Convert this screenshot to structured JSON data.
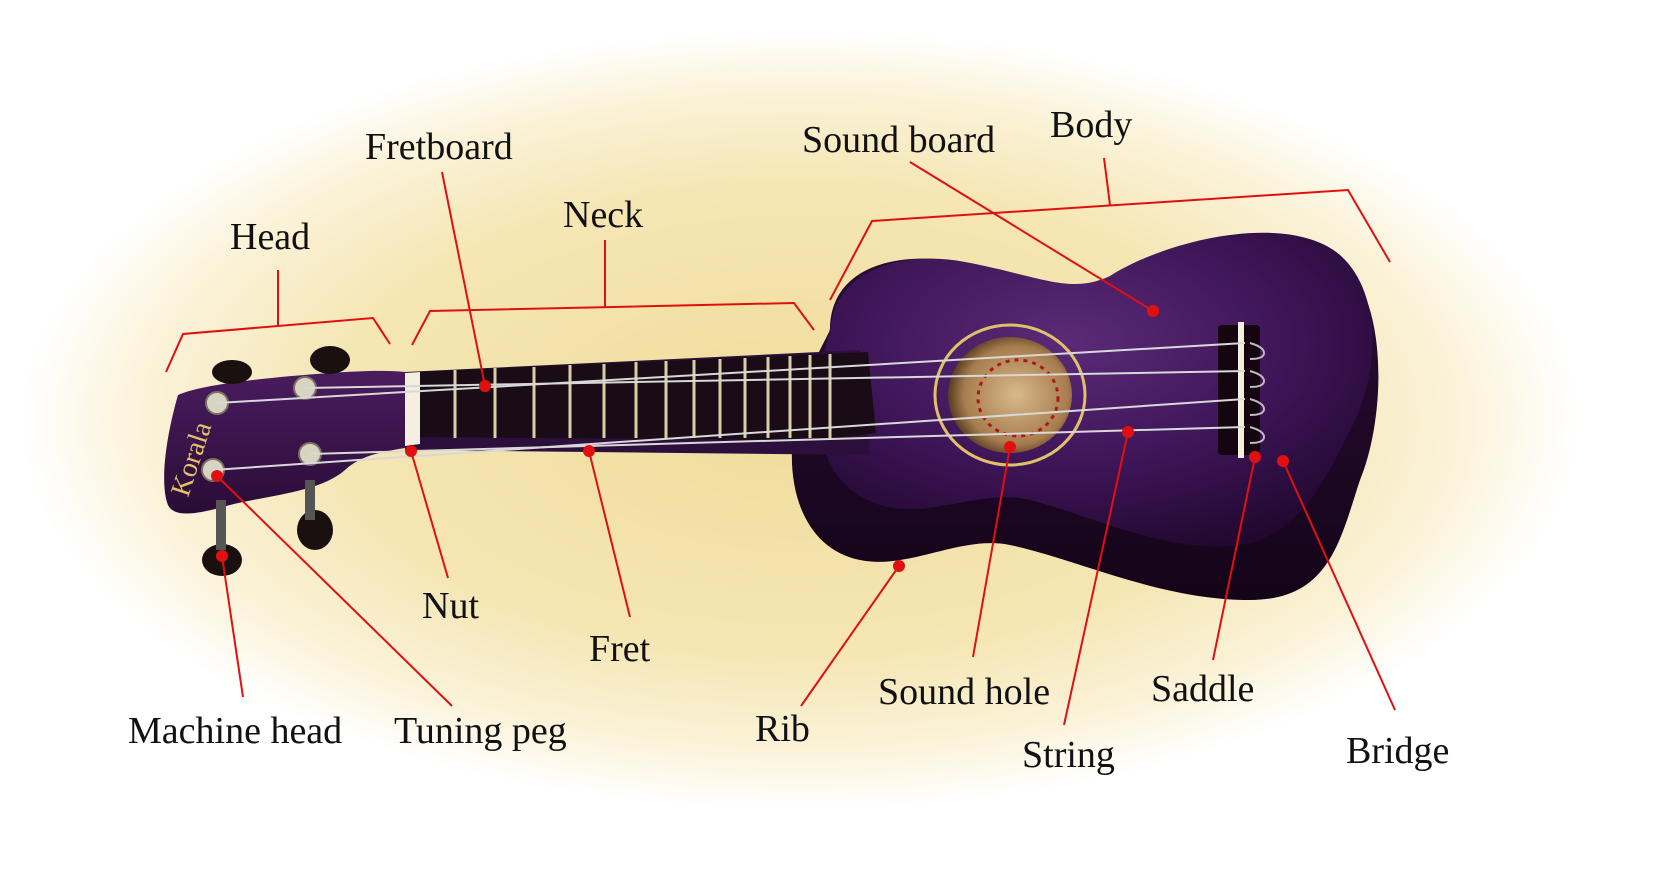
{
  "labels": {
    "head": "Head",
    "fretboard": "Fretboard",
    "neck": "Neck",
    "sound_board": "Sound board",
    "body": "Body",
    "nut": "Nut",
    "fret": "Fret",
    "machine_head": "Machine head",
    "tuning_peg": "Tuning peg",
    "rib": "Rib",
    "sound_hole": "Sound hole",
    "string": "String",
    "saddle": "Saddle",
    "bridge": "Bridge"
  },
  "brand_logo": "Korala",
  "colors": {
    "leader_line": "#e01010",
    "marker_dot": "#e01010",
    "ukulele_body": "#3a1450",
    "background_wood": "#f3e3a8"
  }
}
